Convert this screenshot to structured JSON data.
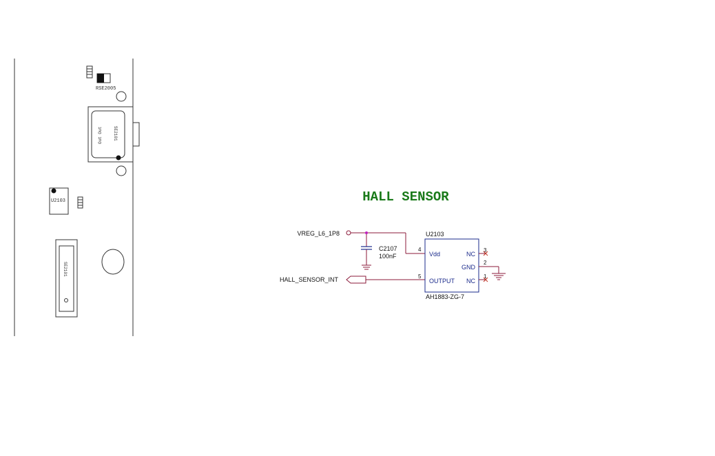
{
  "pcb": {
    "resistor_top_label": "",
    "switch_label": "RSE2005",
    "sensor_mount_text_1": "Out Out",
    "sensor_mount_text_2": "SE2101",
    "u2103_label": "U2103",
    "connector_label": "SE2101"
  },
  "schematic": {
    "title": "HALL SENSOR",
    "title_color": "#1a7a1a",
    "wire_color": "#8b1a3a",
    "cap_color": "#1a2a8b",
    "net_vreg": "VREG_L6_1P8",
    "net_int": "HALL_SENSOR_INT",
    "cap_ref": "C2107",
    "cap_value": "100nF",
    "ic_ref": "U2103",
    "ic_part": "AH1883-ZG-7",
    "pins": {
      "vdd": {
        "num": "4",
        "name": "Vdd"
      },
      "output": {
        "num": "5",
        "name": "OUTPUT"
      },
      "nc_top": {
        "num": "3",
        "name": "NC"
      },
      "gnd": {
        "num": "2",
        "name": "GND"
      },
      "nc_bottom": {
        "num": "1",
        "name": "NC"
      }
    }
  }
}
